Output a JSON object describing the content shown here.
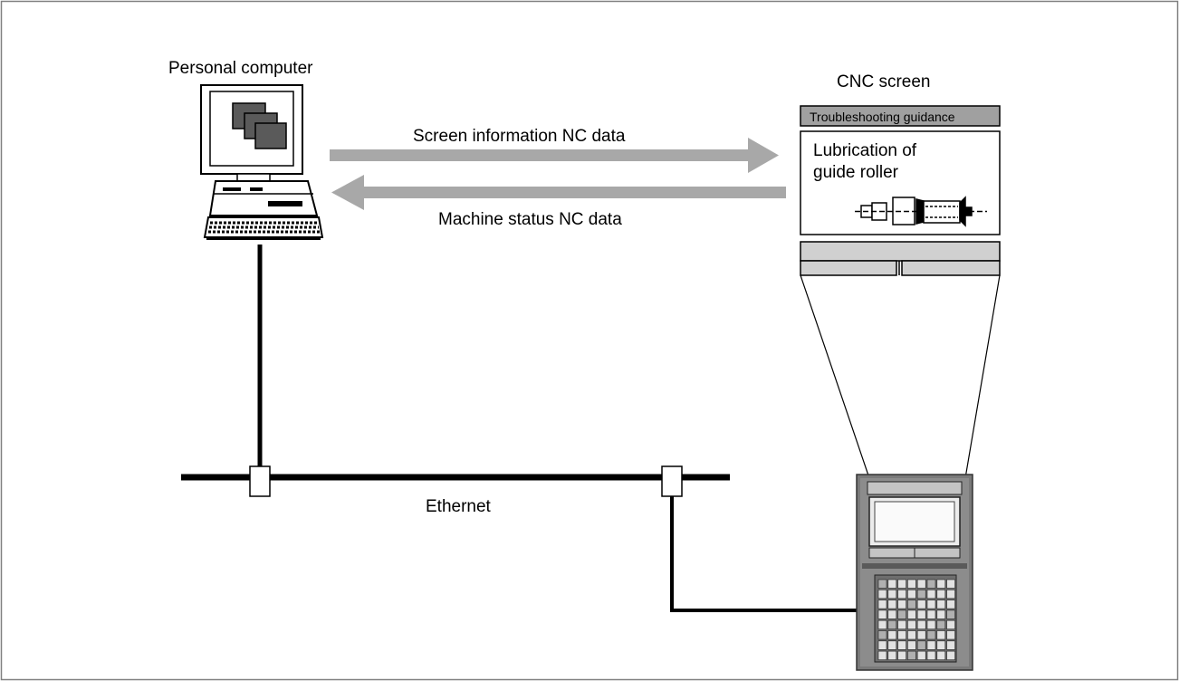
{
  "labels": {
    "personal_computer": "Personal computer",
    "cnc_screen": "CNC screen",
    "arrow_top": "Screen information NC data",
    "arrow_bottom": "Machine status NC data",
    "ethernet": "Ethernet"
  },
  "cnc_panel": {
    "header": "Troubleshooting guidance",
    "body_line1": "Lubrication of",
    "body_line2": "guide roller"
  },
  "colors": {
    "arrow": "#a8a8a8",
    "header_bg": "#a0a0a0",
    "line": "#000000",
    "frame": "#808080"
  }
}
